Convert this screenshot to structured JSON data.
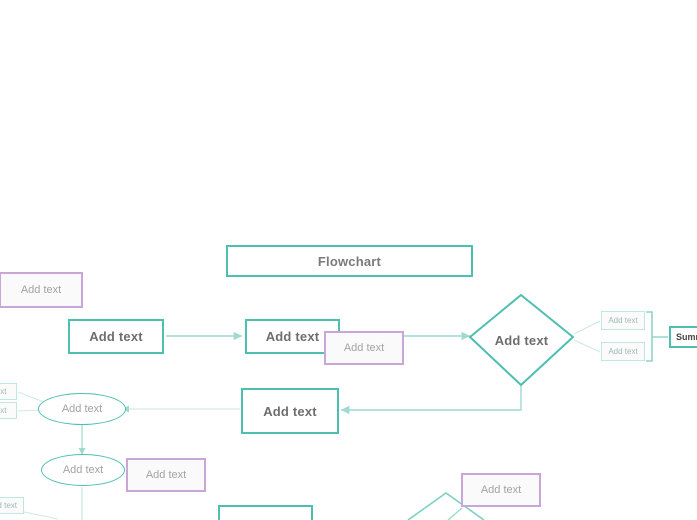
{
  "canvas": {
    "background": "#ffffff",
    "accent_teal": "#4cbfb0",
    "accent_teal_light": "#bfe6e0",
    "accent_purple": "#c9a6d8",
    "text_color": "#6e6e6e",
    "placeholder_color": "#a3a3a3"
  },
  "title_box": {
    "label": "Flowchart"
  },
  "nodes": {
    "purple_top_left": {
      "label": "Add text"
    },
    "rect_start": {
      "label": "Add text"
    },
    "rect_process": {
      "label": "Add text"
    },
    "purple_overlap_mid": {
      "label": "Add text"
    },
    "diamond_decision": {
      "label": "Add text"
    },
    "branch_yes": {
      "label": "Add text"
    },
    "branch_no": {
      "label": "Add text"
    },
    "summary_box": {
      "label": "Summ"
    },
    "rect_merge": {
      "label": "Add text"
    },
    "ellipse_upper": {
      "label": "Add text"
    },
    "ellipse_lower": {
      "label": "Add text"
    },
    "purple_beside_ellipse": {
      "label": "Add text"
    },
    "edge_label_top": {
      "label": "text"
    },
    "edge_label_bottom": {
      "label": "text"
    },
    "edge_label_bottom_left": {
      "label": "dd text"
    },
    "purple_bottom_right": {
      "label": "Add text"
    },
    "rect_bottom_partial": {
      "label": ""
    },
    "diamond_bottom_partial": {
      "label": ""
    }
  }
}
